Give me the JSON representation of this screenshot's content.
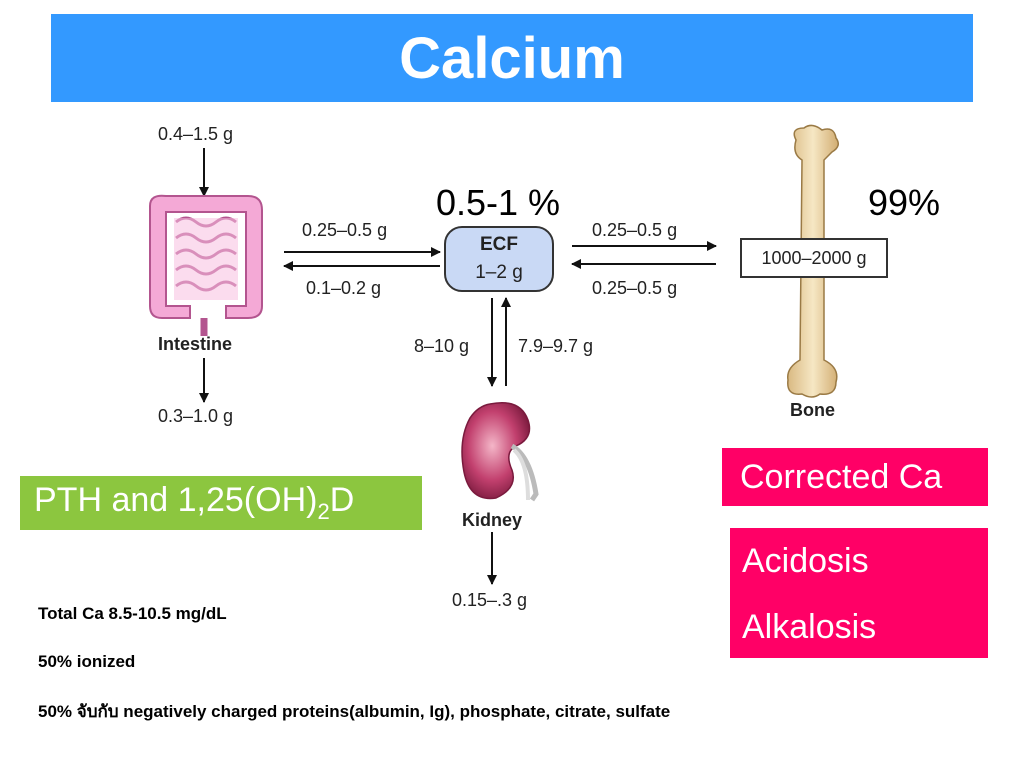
{
  "title": "Calcium",
  "percent_ecf": "0.5-1 %",
  "percent_bone": "99%",
  "intestine": {
    "label": "Intestine",
    "intake": "0.4–1.5 g",
    "output": "0.3–1.0 g"
  },
  "ecf": {
    "title": "ECF",
    "amount": "1–2 g"
  },
  "bone": {
    "label": "Bone",
    "amount": "1000–2000 g"
  },
  "kidney": {
    "label": "Kidney",
    "output": "0.15–.3 g"
  },
  "flows": {
    "intestine_to_ecf": "0.25–0.5 g",
    "ecf_to_intestine": "0.1–0.2 g",
    "ecf_to_bone": "0.25–0.5 g",
    "bone_to_ecf": "0.25–0.5 g",
    "ecf_to_kidney": "8–10 g",
    "kidney_to_ecf": "7.9–9.7 g"
  },
  "boxes": {
    "pth_prefix": "PTH and 1,25(OH)",
    "pth_sub": "2",
    "pth_suffix": "D",
    "corrected": "Corrected Ca",
    "acidosis": "Acidosis",
    "alkalosis": "Alkalosis"
  },
  "notes": {
    "total": "Total Ca 8.5-10.5 mg/dL",
    "ionized": "50% ionized",
    "bound": "50% จับกับ negatively charged proteins(albumin, Ig), phosphate, citrate, sulfate"
  },
  "colors": {
    "title_bg": "#3399ff",
    "pth_bg": "#8cc63f",
    "highlight_bg": "#ff0066",
    "ecf_fill": "#c9d9f5"
  }
}
